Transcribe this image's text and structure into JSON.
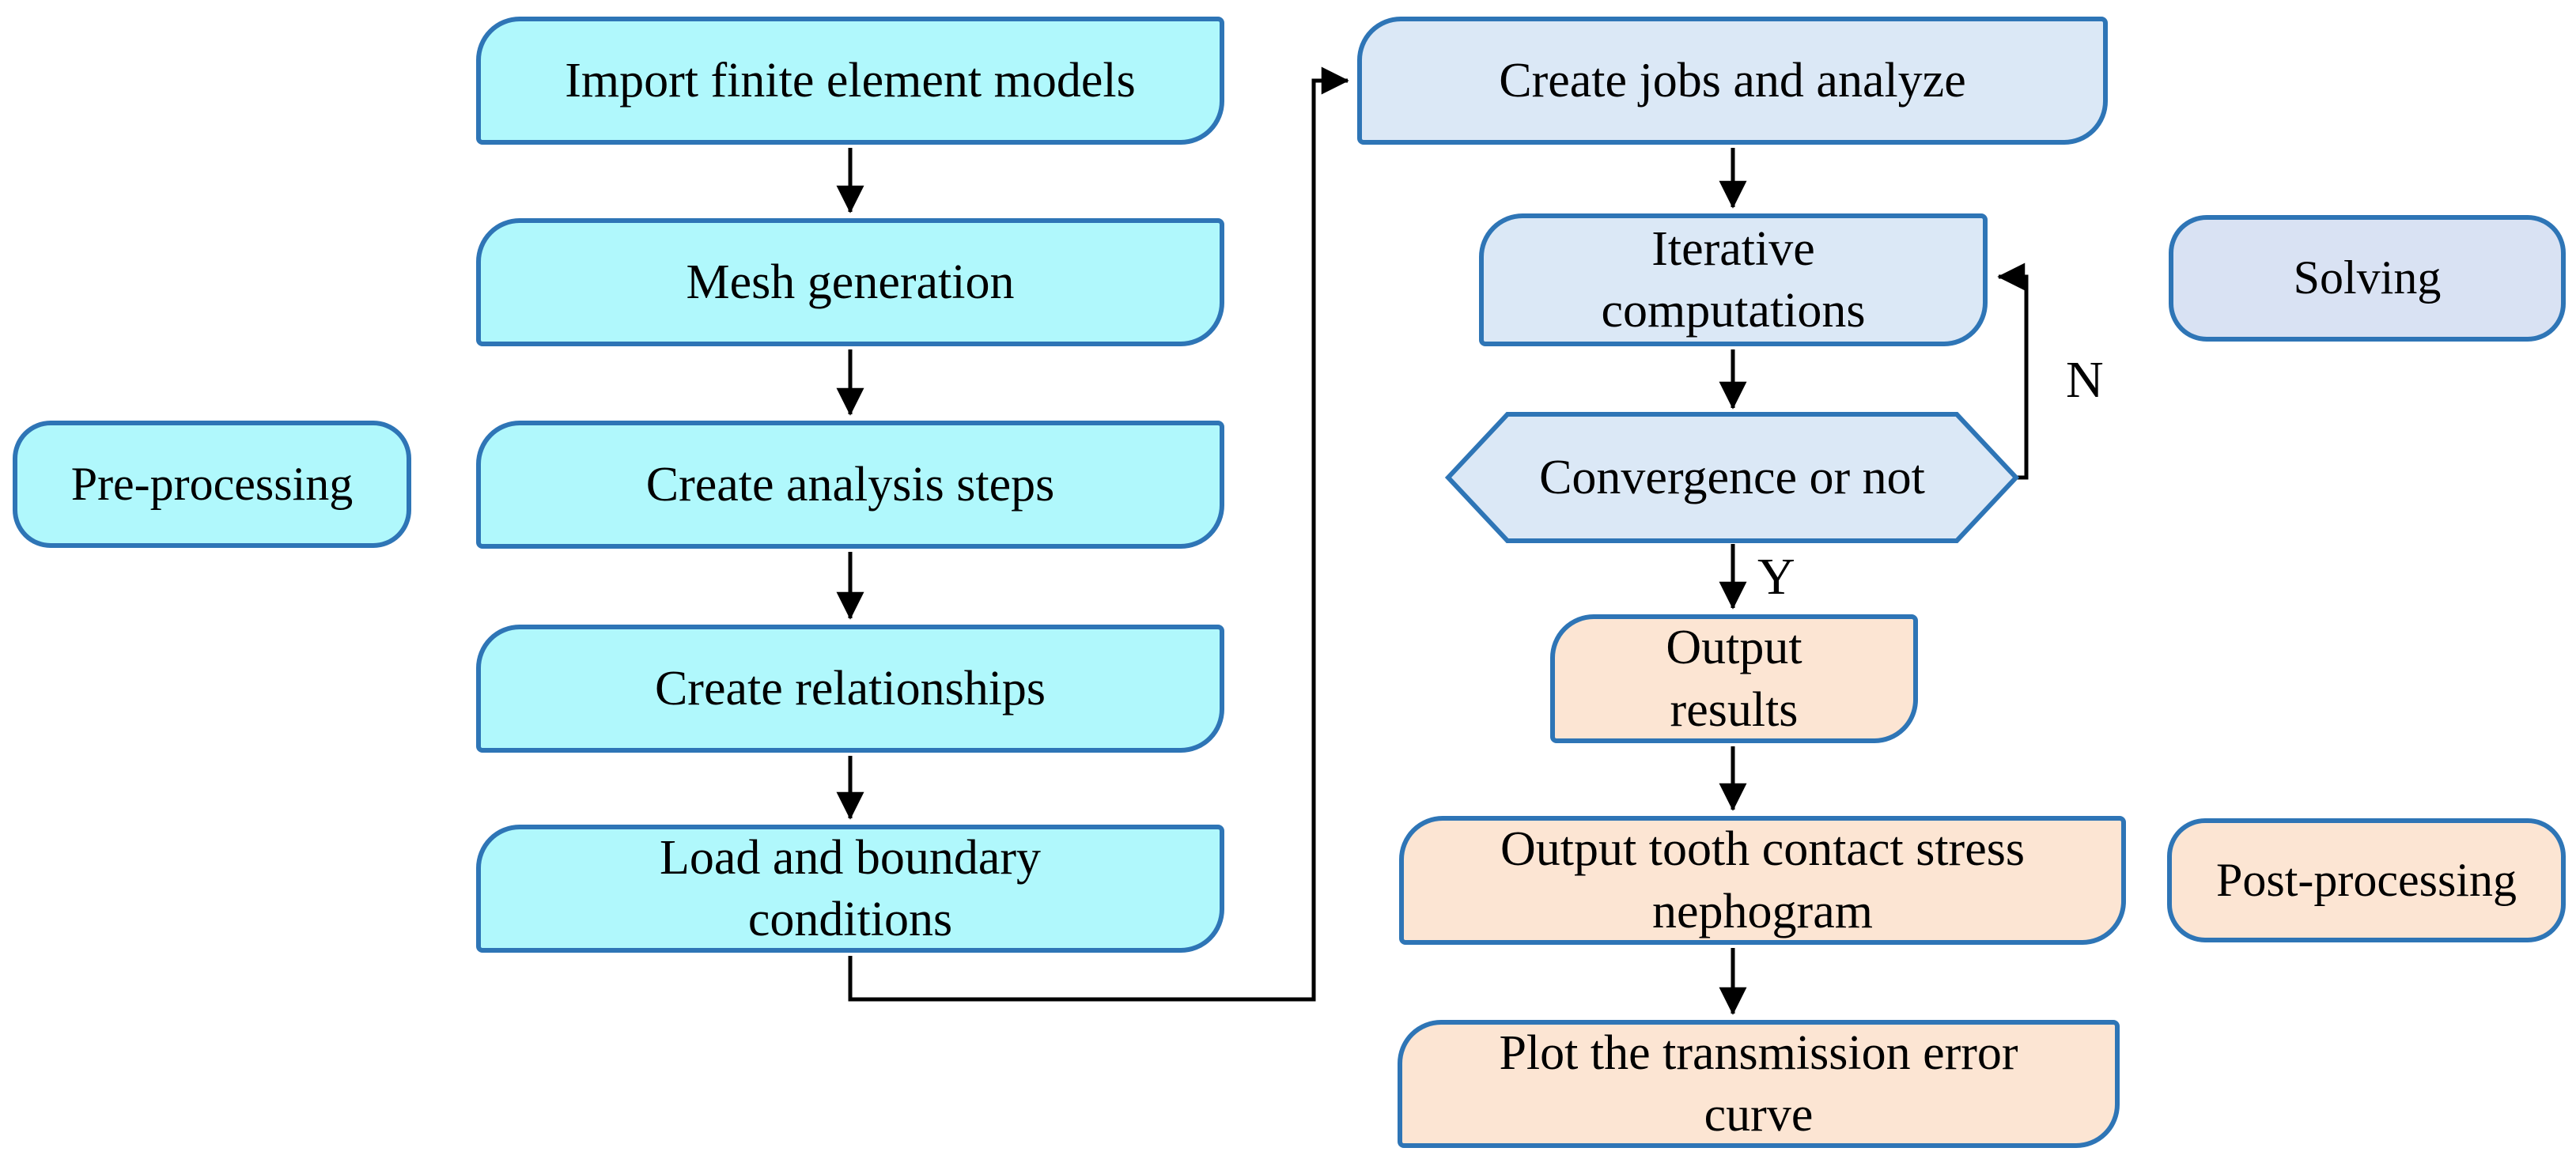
{
  "diagram": {
    "phases": {
      "pre_processing": {
        "label": "Pre-processing"
      },
      "solving": {
        "label": "Solving"
      },
      "post_processing": {
        "label": "Post-processing"
      }
    },
    "nodes": {
      "import_models": {
        "label": "Import finite element models"
      },
      "mesh_generation": {
        "label": "Mesh generation"
      },
      "create_analysis_steps": {
        "label": "Create analysis steps"
      },
      "create_relationships": {
        "label": "Create relationships"
      },
      "load_boundary": {
        "label": "Load and boundary\nconditions"
      },
      "create_jobs": {
        "label": "Create jobs and analyze"
      },
      "iterative_computations": {
        "label": "Iterative\ncomputations"
      },
      "convergence": {
        "label": "Convergence or not"
      },
      "output_results": {
        "label": "Output\nresults"
      },
      "output_nephogram": {
        "label": "Output tooth contact stress\nnephogram"
      },
      "plot_te_curve": {
        "label": "Plot the transmission error\ncurve"
      }
    },
    "branch_labels": {
      "no": "N",
      "yes": "Y"
    },
    "colors": {
      "pre_fill": "#B0F8FC",
      "solve_fill": "#DBE8F6",
      "solving_pill_fill": "#D9E2F3",
      "post_fill": "#FCE5D3",
      "border": "#2E75B6",
      "connector": "#000000",
      "text": "#000000"
    }
  }
}
